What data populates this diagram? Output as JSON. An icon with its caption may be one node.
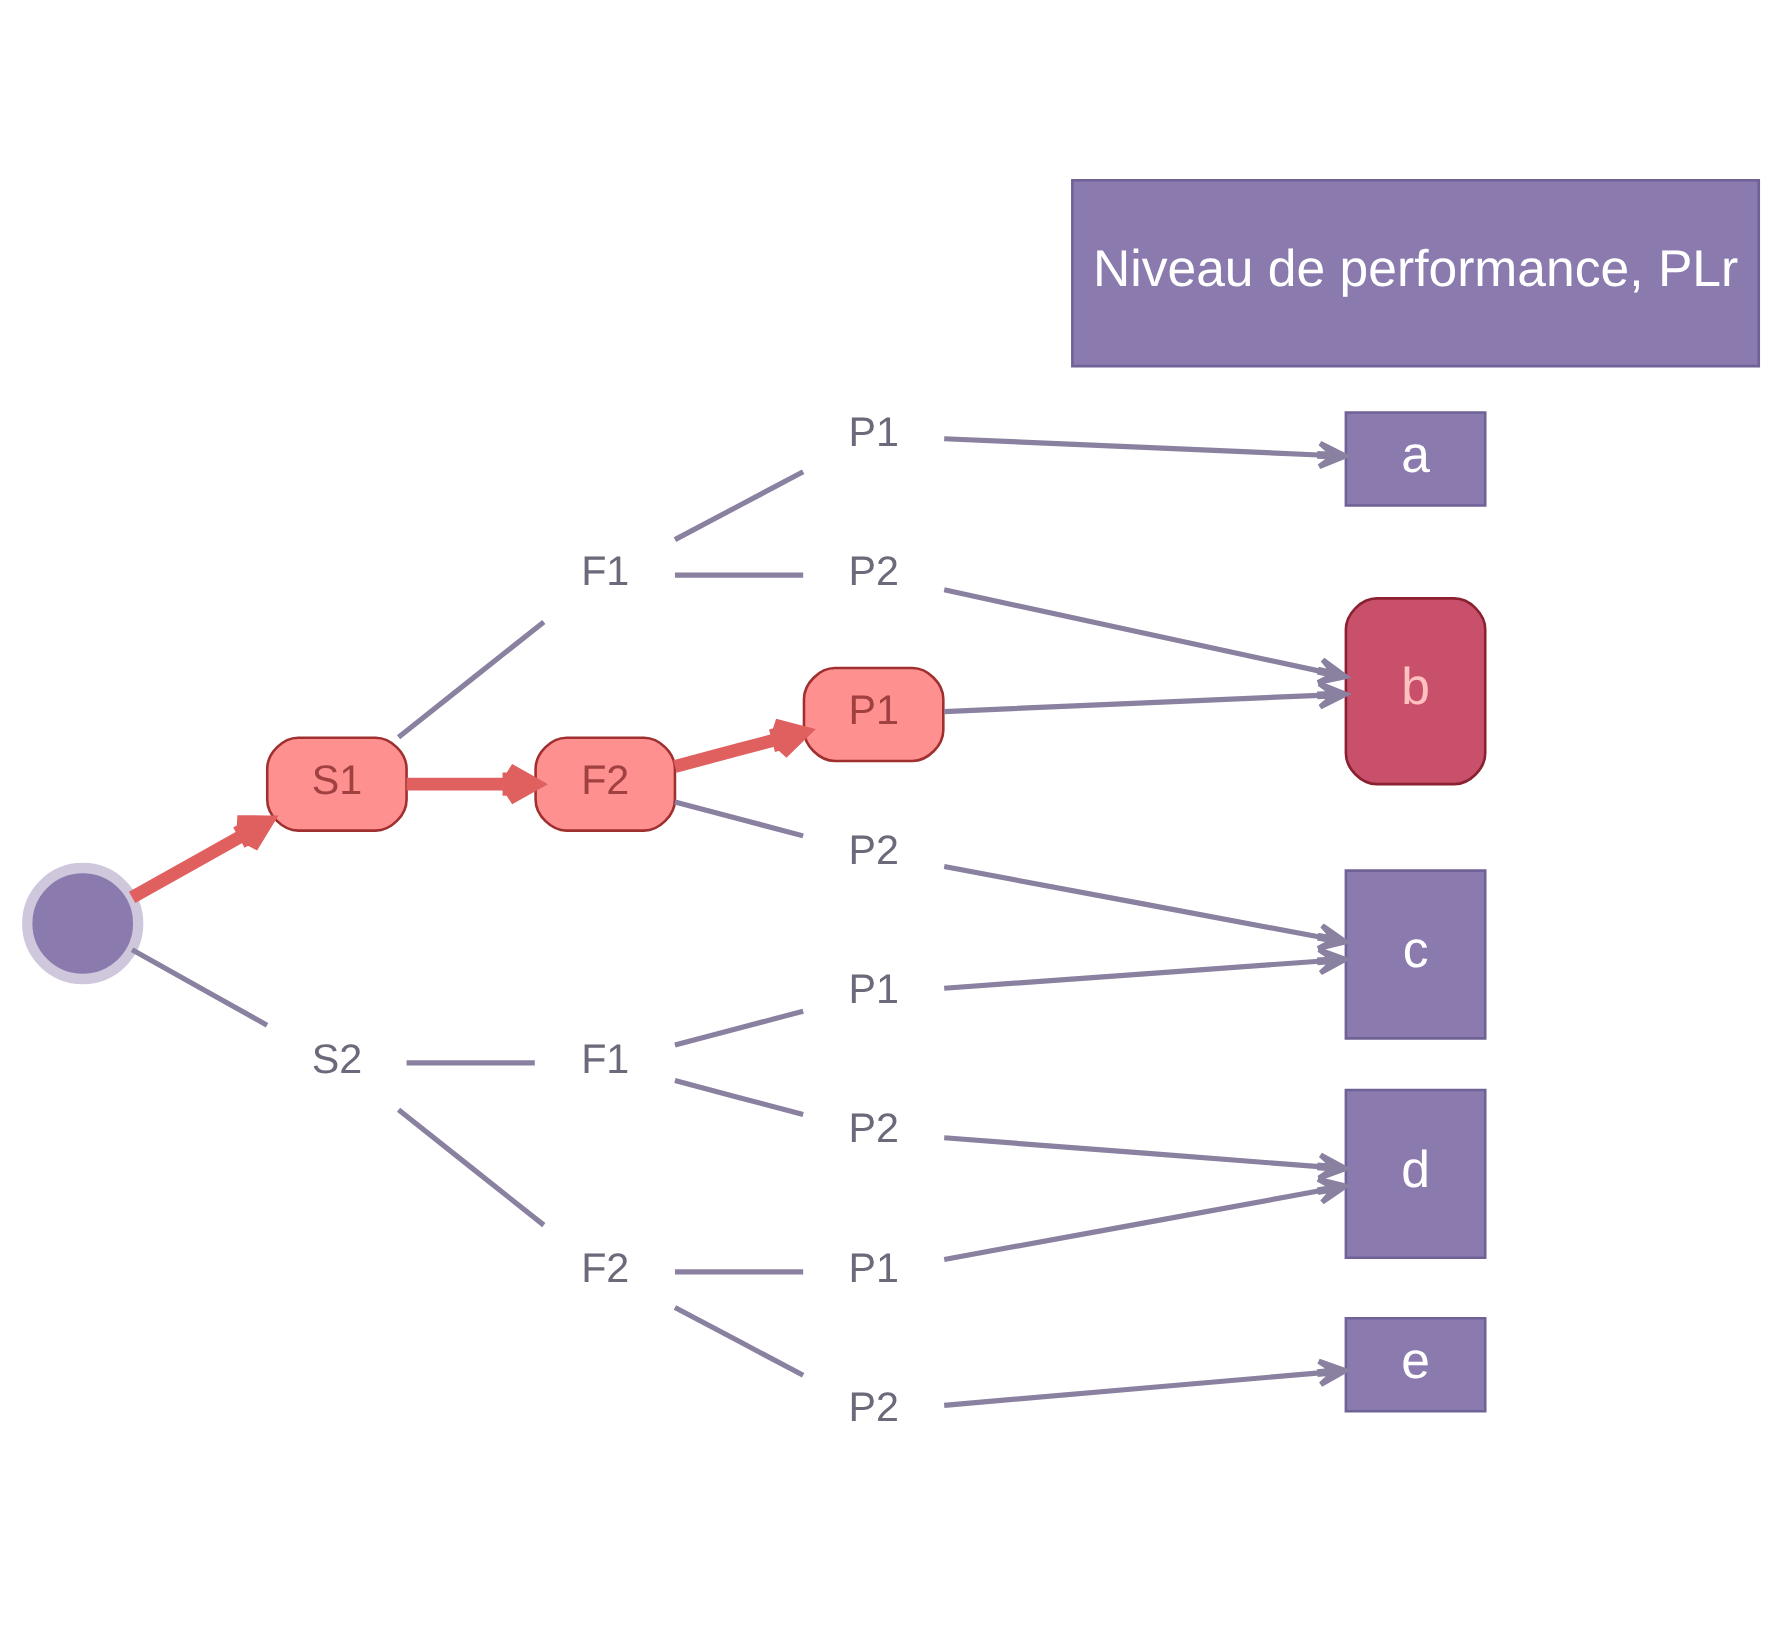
{
  "diagram": {
    "nodes": [
      {
        "text": [
          "Niveau de performance, PLr"
        ]
      },
      {
        "text": [
          "a"
        ]
      },
      {
        "text": [
          "b"
        ]
      },
      {
        "text": [
          "c"
        ]
      },
      {
        "text": [
          "d"
        ]
      },
      {
        "text": [
          "e"
        ]
      },
      {
        "text": [],
        "shape": "circle"
      },
      {
        "text": [
          "S1"
        ]
      },
      {
        "text": [
          "F1"
        ]
      },
      {
        "text": [
          "P1"
        ]
      },
      {
        "text": [
          "P2"
        ]
      },
      {
        "text": [
          "F2"
        ]
      },
      {
        "text": [
          "P1"
        ]
      },
      {
        "text": [
          "P2"
        ]
      },
      {
        "text": [
          "S2"
        ]
      },
      {
        "text": [
          "F1"
        ]
      },
      {
        "text": [
          "P1"
        ]
      },
      {
        "text": [
          "P2"
        ]
      },
      {
        "text": [
          "F2"
        ]
      },
      {
        "text": [
          "P1"
        ]
      },
      {
        "text": [
          "P2"
        ]
      }
    ],
    "edges": [
      {
        "from": 6,
        "to": 7,
        "arrow": "to",
        "style": "thick",
        "color": "#e06060"
      },
      {
        "from": 7,
        "to": 8,
        "arrow": "none"
      },
      {
        "from": 8,
        "to": 9,
        "arrow": "none"
      },
      {
        "from": 8,
        "to": 10,
        "arrow": "none"
      },
      {
        "from": 9,
        "to": 1,
        "arrow": "to"
      },
      {
        "from": 10,
        "to": 2,
        "arrow": "to"
      },
      {
        "from": 7,
        "to": 11,
        "arrow": "to",
        "style": "thick",
        "color": "#e06060"
      },
      {
        "from": 11,
        "to": 12,
        "arrow": "to",
        "style": "thick",
        "color": "#e06060"
      },
      {
        "from": 11,
        "to": 13,
        "arrow": "none"
      },
      {
        "from": 12,
        "to": 2,
        "arrow": "to"
      },
      {
        "from": 13,
        "to": 3,
        "arrow": "to"
      },
      {
        "from": 6,
        "to": 14,
        "arrow": "none"
      },
      {
        "from": 14,
        "to": 15,
        "arrow": "none"
      },
      {
        "from": 14,
        "to": 18,
        "arrow": "none"
      },
      {
        "from": 15,
        "to": 16,
        "arrow": "none"
      },
      {
        "from": 15,
        "to": 17,
        "arrow": "none"
      },
      {
        "from": 16,
        "to": 3,
        "arrow": "to"
      },
      {
        "from": 17,
        "to": 4,
        "arrow": "to"
      },
      {
        "from": 18,
        "to": 19,
        "arrow": "none"
      },
      {
        "from": 18,
        "to": 20,
        "arrow": "none"
      },
      {
        "from": 19,
        "to": 4,
        "arrow": "to"
      },
      {
        "from": 20,
        "to": 5,
        "arrow": "to"
      }
    ]
  }
}
